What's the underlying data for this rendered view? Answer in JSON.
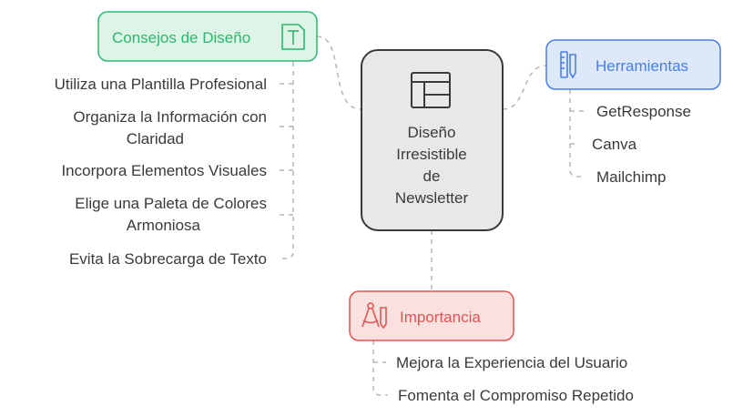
{
  "center": {
    "lines": [
      "Diseño",
      "Irresistible",
      "de",
      "Newsletter"
    ]
  },
  "branches": {
    "consejos": {
      "label": "Consejos de Diseño",
      "icon": "text-type-icon",
      "color": "#2fb66e",
      "items": [
        [
          "Utiliza una Plantilla Profesional"
        ],
        [
          "Organiza la Información con",
          "Claridad"
        ],
        [
          "Incorpora Elementos Visuales"
        ],
        [
          "Elige una Paleta de Colores",
          "Armoniosa"
        ],
        [
          "Evita la Sobrecarga de Texto"
        ]
      ]
    },
    "herramientas": {
      "label": "Herramientas",
      "icon": "ruler-pencil-icon",
      "color": "#4a7fe0",
      "items": [
        "GetResponse",
        "Canva",
        "Mailchimp"
      ]
    },
    "importancia": {
      "label": "Importancia",
      "icon": "compass-drafting-icon",
      "color": "#e05454",
      "items": [
        "Mejora la Experiencia del Usuario",
        "Fomenta el Compromiso Repetido"
      ]
    }
  }
}
